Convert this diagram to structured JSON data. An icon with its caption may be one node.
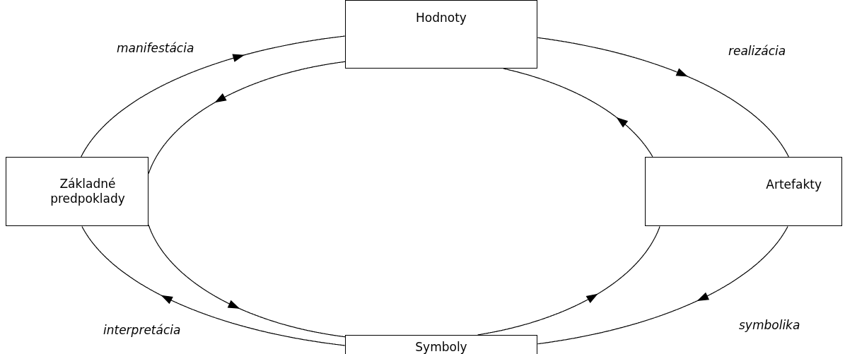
{
  "diagram": {
    "nodes": [
      {
        "text": [
          "Hodnoty"
        ]
      },
      {
        "text": [
          "Základné predpoklady"
        ]
      },
      {
        "text": [
          "Artefakty"
        ]
      },
      {
        "text": [
          "Symboly"
        ]
      }
    ],
    "edges": [
      {
        "from": 1,
        "to": 0,
        "arrow": "to",
        "label": "manifestácia"
      },
      {
        "from": 0,
        "to": 2,
        "arrow": "to",
        "label": "realizácia"
      },
      {
        "from": 2,
        "to": 3,
        "arrow": "to",
        "label": "symbolika"
      },
      {
        "from": 3,
        "to": 1,
        "arrow": "to",
        "label": "interpretácia"
      },
      {
        "from": 0,
        "to": 1,
        "arrow": "to"
      },
      {
        "from": 2,
        "to": 0,
        "arrow": "to"
      },
      {
        "from": 3,
        "to": 2,
        "arrow": "to"
      },
      {
        "from": 1,
        "to": 3,
        "arrow": "to"
      }
    ]
  }
}
